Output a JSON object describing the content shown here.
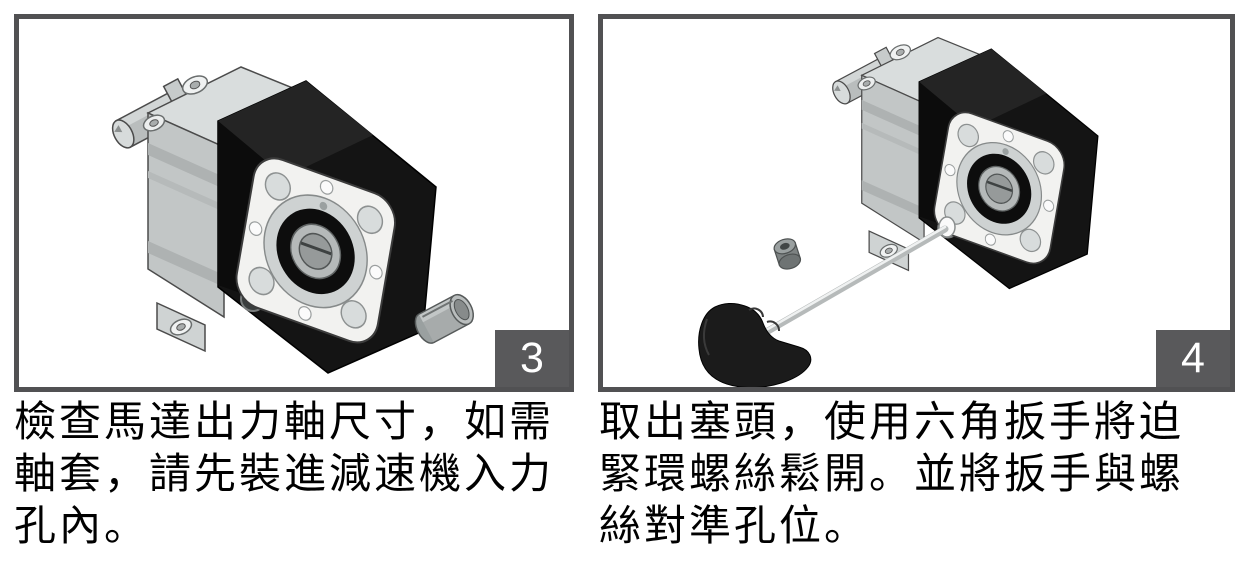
{
  "document": {
    "steps": [
      {
        "number": "3",
        "caption": "檢查馬達出力軸尺寸，如需\n軸套，請先裝進減速機入力\n孔內。",
        "illustration": "planetary-gearbox-with-shaft-bushing"
      },
      {
        "number": "4",
        "caption": "取出塞頭，使用六角扳手將迫\n緊環螺絲鬆開。並將扳手與螺\n絲對準孔位。",
        "illustration": "planetary-gearbox-with-hex-wrench-and-plug"
      }
    ]
  },
  "colors": {
    "page_background": "#ffffff",
    "panel_border": "#515153",
    "badge_background": "#59595b",
    "badge_text": "#ffffff",
    "caption_text": "#000000"
  }
}
